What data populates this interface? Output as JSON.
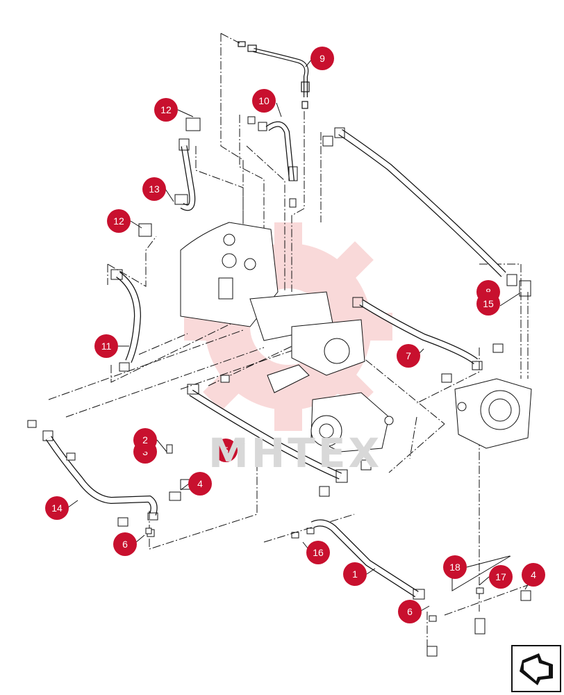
{
  "watermark": {
    "text": "MHTEX"
  },
  "callouts": [
    {
      "id": "c9",
      "label": "9"
    },
    {
      "id": "c10",
      "label": "10"
    },
    {
      "id": "c12a",
      "label": "12"
    },
    {
      "id": "c13",
      "label": "13"
    },
    {
      "id": "c12b",
      "label": "12"
    },
    {
      "id": "c8",
      "label": "8"
    },
    {
      "id": "c15",
      "label": "15"
    },
    {
      "id": "c11",
      "label": "11"
    },
    {
      "id": "c7",
      "label": "7"
    },
    {
      "id": "c2",
      "label": "2"
    },
    {
      "id": "c3",
      "label": "3"
    },
    {
      "id": "c5",
      "label": "5"
    },
    {
      "id": "c4a",
      "label": "4"
    },
    {
      "id": "c14",
      "label": "14"
    },
    {
      "id": "c6a",
      "label": "6"
    },
    {
      "id": "c16",
      "label": "16"
    },
    {
      "id": "c1",
      "label": "1"
    },
    {
      "id": "c18",
      "label": "18"
    },
    {
      "id": "c17",
      "label": "17"
    },
    {
      "id": "c4b",
      "label": "4"
    },
    {
      "id": "c6b",
      "label": "6"
    }
  ],
  "colors": {
    "callout": "#c8102e",
    "line": "#111111",
    "watermark_gear": "#f6c9c9"
  },
  "nav": {
    "icon": "return-arrow-icon"
  }
}
